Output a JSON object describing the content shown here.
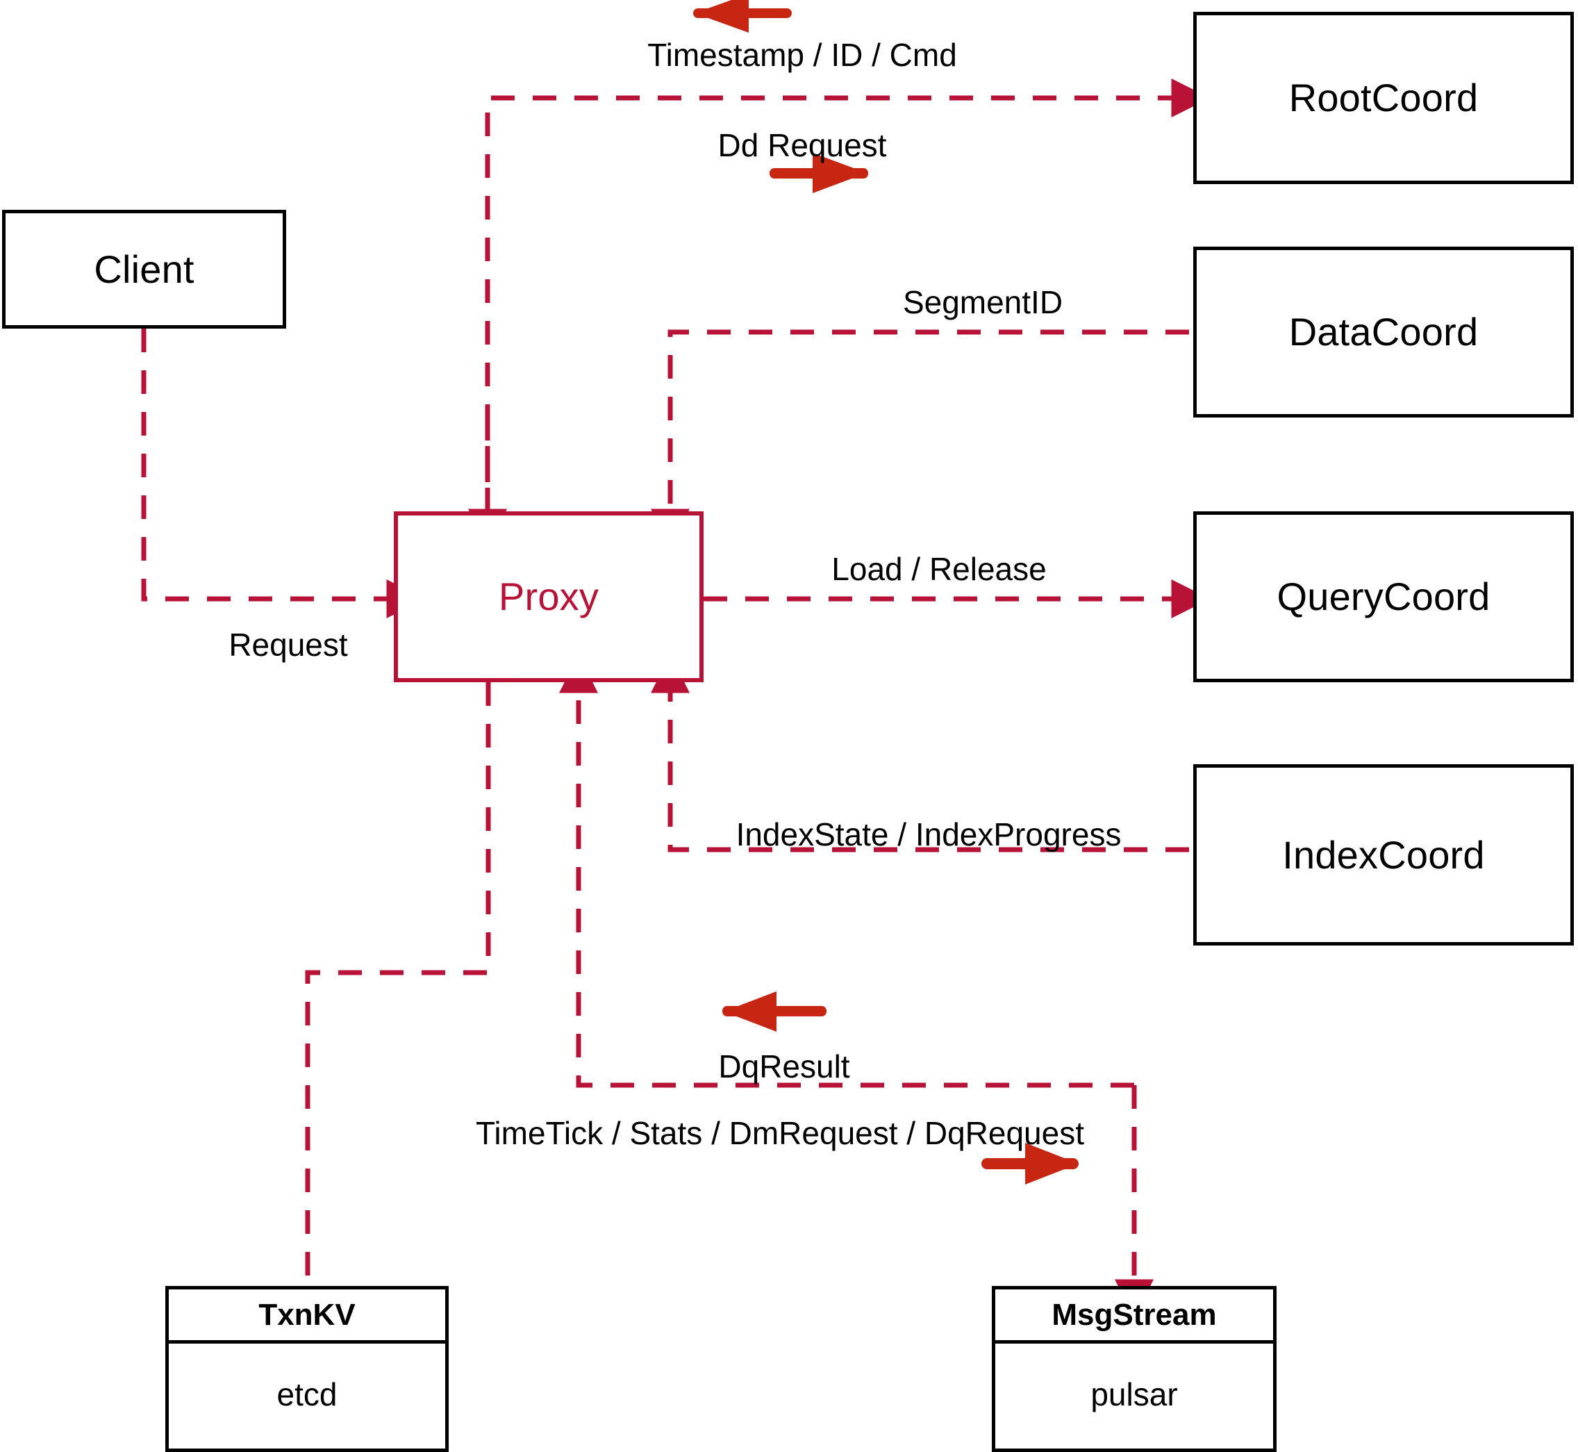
{
  "diagram": {
    "title": "Milvus Proxy interaction diagram",
    "colors": {
      "dashed_line": "#b81237",
      "solid_arrow": "#c62612",
      "box_border": "#000000",
      "proxy_accent": "#b81237",
      "background": "#ffffff"
    }
  },
  "nodes": {
    "client": {
      "label": "Client"
    },
    "proxy": {
      "label": "Proxy"
    },
    "root_coord": {
      "label": "RootCoord"
    },
    "data_coord": {
      "label": "DataCoord"
    },
    "query_coord": {
      "label": "QueryCoord"
    },
    "index_coord": {
      "label": "IndexCoord"
    },
    "txn_kv": {
      "head": "TxnKV",
      "body": "etcd"
    },
    "msg_stream": {
      "head": "MsgStream",
      "body": "pulsar"
    }
  },
  "edges": [
    {
      "id": "timestamp-id-cmd",
      "label": "Timestamp / ID / Cmd",
      "from": "RootCoord",
      "to": "Proxy",
      "direction": "left"
    },
    {
      "id": "dd-request",
      "label": "Dd Request",
      "from": "Proxy",
      "to": "RootCoord",
      "direction": "right"
    },
    {
      "id": "segment-id",
      "label": "SegmentID",
      "from": "DataCoord",
      "to": "Proxy",
      "direction": "left"
    },
    {
      "id": "request",
      "label": "Request",
      "from": "Client",
      "to": "Proxy",
      "direction": "right"
    },
    {
      "id": "load-release",
      "label": "Load / Release",
      "from": "Proxy",
      "to": "QueryCoord",
      "direction": "right"
    },
    {
      "id": "index-state-progress",
      "label": "IndexState / IndexProgress",
      "from": "IndexCoord",
      "to": "Proxy",
      "direction": "left"
    },
    {
      "id": "dq-result",
      "label": "DqResult",
      "from": "MsgStream",
      "to": "Proxy",
      "direction": "left"
    },
    {
      "id": "timetick-stats-dmrequest-dqrequest",
      "label": "TimeTick / Stats / DmRequest / DqRequest",
      "from": "Proxy",
      "to": "MsgStream",
      "direction": "right"
    },
    {
      "id": "proxy-txnkv",
      "label": "",
      "from": "Proxy",
      "to": "TxnKV",
      "direction": "none"
    }
  ],
  "labels": {
    "timestamp_id_cmd": "Timestamp / ID / Cmd",
    "dd_request": "Dd Request",
    "segment_id": "SegmentID",
    "request": "Request",
    "load_release": "Load / Release",
    "index_state_progress": "IndexState / IndexProgress",
    "dq_result": "DqResult",
    "timetick_stats": "TimeTick / Stats / DmRequest / DqRequest"
  }
}
